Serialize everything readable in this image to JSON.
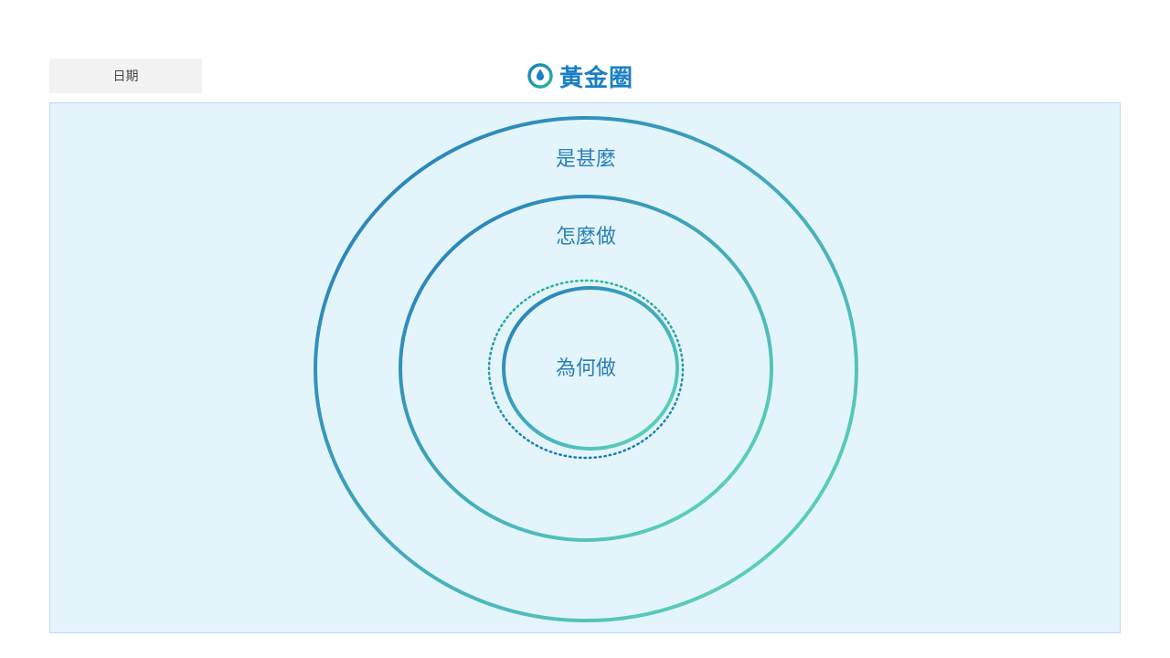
{
  "header": {
    "date_label": "日期",
    "title": "黃金圈",
    "title_icon": "water-drop-in-circle-icon",
    "title_color": "#1a7fc4"
  },
  "diagram": {
    "type": "concentric-circles",
    "ring_gradient": [
      "#2278bd",
      "#64dcb8"
    ],
    "background": "#e3f5fb",
    "rings": [
      {
        "id": "outer",
        "label": "是甚麼"
      },
      {
        "id": "middle",
        "label": "怎麼做"
      },
      {
        "id": "inner",
        "label": "為何做"
      }
    ]
  }
}
